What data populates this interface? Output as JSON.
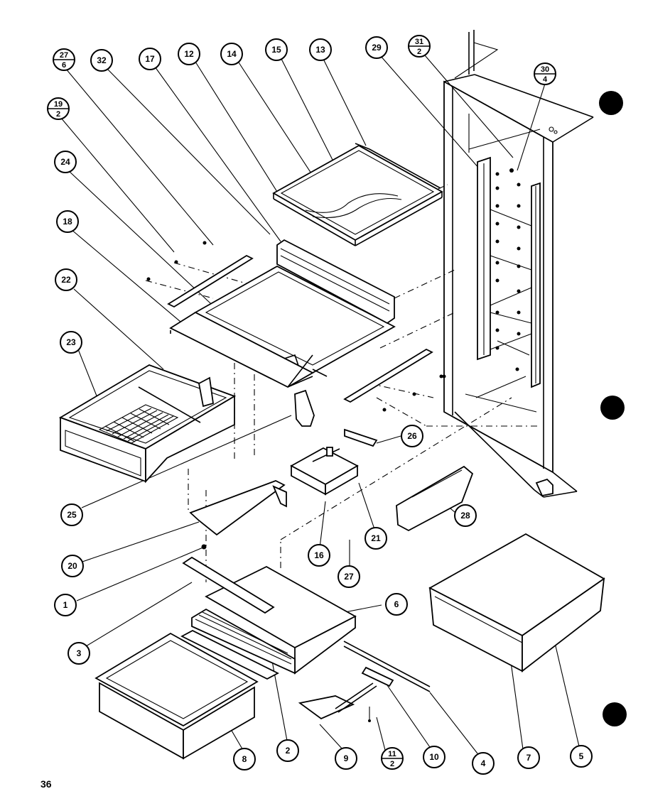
{
  "page_number": "36",
  "callouts": [
    {
      "label": "32"
    },
    {
      "label": "17"
    },
    {
      "label": "12"
    },
    {
      "label": "14"
    },
    {
      "label": "15"
    },
    {
      "label": "13"
    },
    {
      "label": "29"
    },
    {
      "label": "24"
    },
    {
      "label": "18"
    },
    {
      "label": "22"
    },
    {
      "label": "23"
    },
    {
      "label": "26"
    },
    {
      "label": "25"
    },
    {
      "label": "28"
    },
    {
      "label": "20"
    },
    {
      "label": "16"
    },
    {
      "label": "21"
    },
    {
      "label": "27"
    },
    {
      "label": "1"
    },
    {
      "label": "6"
    },
    {
      "label": "3"
    },
    {
      "label": "8"
    },
    {
      "label": "2"
    },
    {
      "label": "9"
    },
    {
      "label": "10"
    },
    {
      "label": "4"
    },
    {
      "label": "7"
    },
    {
      "label": "5"
    }
  ],
  "fraction_callouts": [
    {
      "top": "27",
      "bottom": "6"
    },
    {
      "top": "19",
      "bottom": "2"
    },
    {
      "top": "31",
      "bottom": "2"
    },
    {
      "top": "30",
      "bottom": "4"
    },
    {
      "top": "11",
      "bottom": "2"
    }
  ]
}
